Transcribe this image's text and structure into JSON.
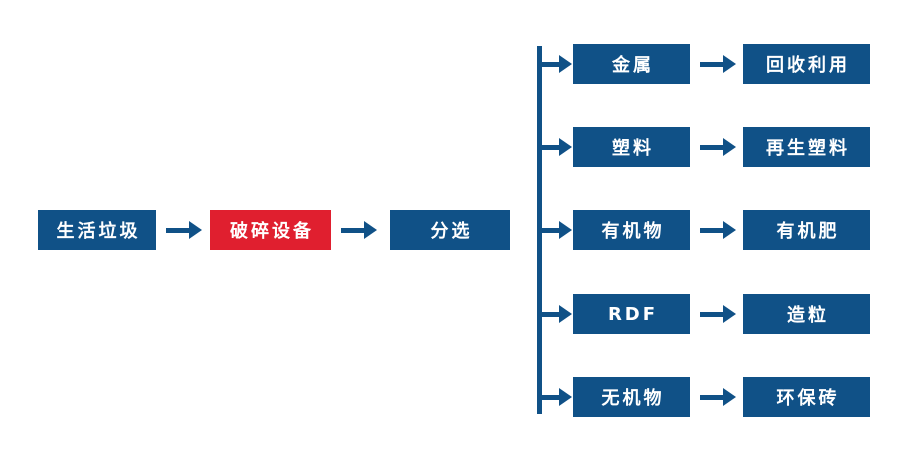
{
  "colors": {
    "primary_blue": "#105187",
    "accent_red": "#e01f2f",
    "background": "#ffffff",
    "text": "#ffffff"
  },
  "flow": {
    "main": [
      {
        "label": "生活垃圾",
        "role": "input"
      },
      {
        "label": "破碎设备",
        "role": "process",
        "highlight": true
      },
      {
        "label": "分选",
        "role": "sorting"
      }
    ],
    "branches": [
      {
        "category": "金属",
        "result": "回收利用"
      },
      {
        "category": "塑料",
        "result": "再生塑料"
      },
      {
        "category": "有机物",
        "result": "有机肥"
      },
      {
        "category": "RDF",
        "result": "造粒"
      },
      {
        "category": "无机物",
        "result": "环保砖"
      }
    ]
  }
}
